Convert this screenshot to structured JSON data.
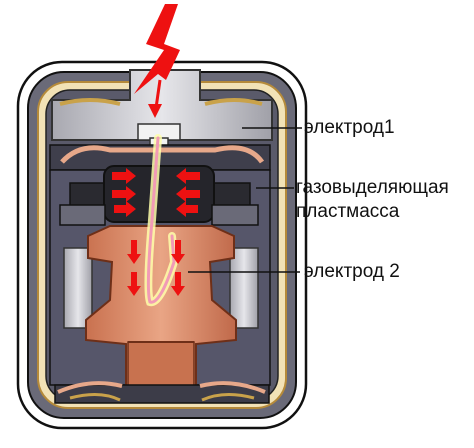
{
  "labels": {
    "electrode1": "электрод1",
    "plastic_line1": "газовыделяющая",
    "plastic_line2": "пластмасса",
    "electrode2": "электрод 2"
  },
  "colors": {
    "lightning": "#ee1111",
    "arc": "#f2a0b8",
    "arc_glow": "#ffffaa",
    "copper": "#d9896a",
    "housing_dark": "#4b4b5a",
    "insulator_light": "#cfcfd4",
    "gold_trim": "#d8b060"
  },
  "icons": [
    "lightning-bolt-icon",
    "gas-arrow-icon"
  ]
}
